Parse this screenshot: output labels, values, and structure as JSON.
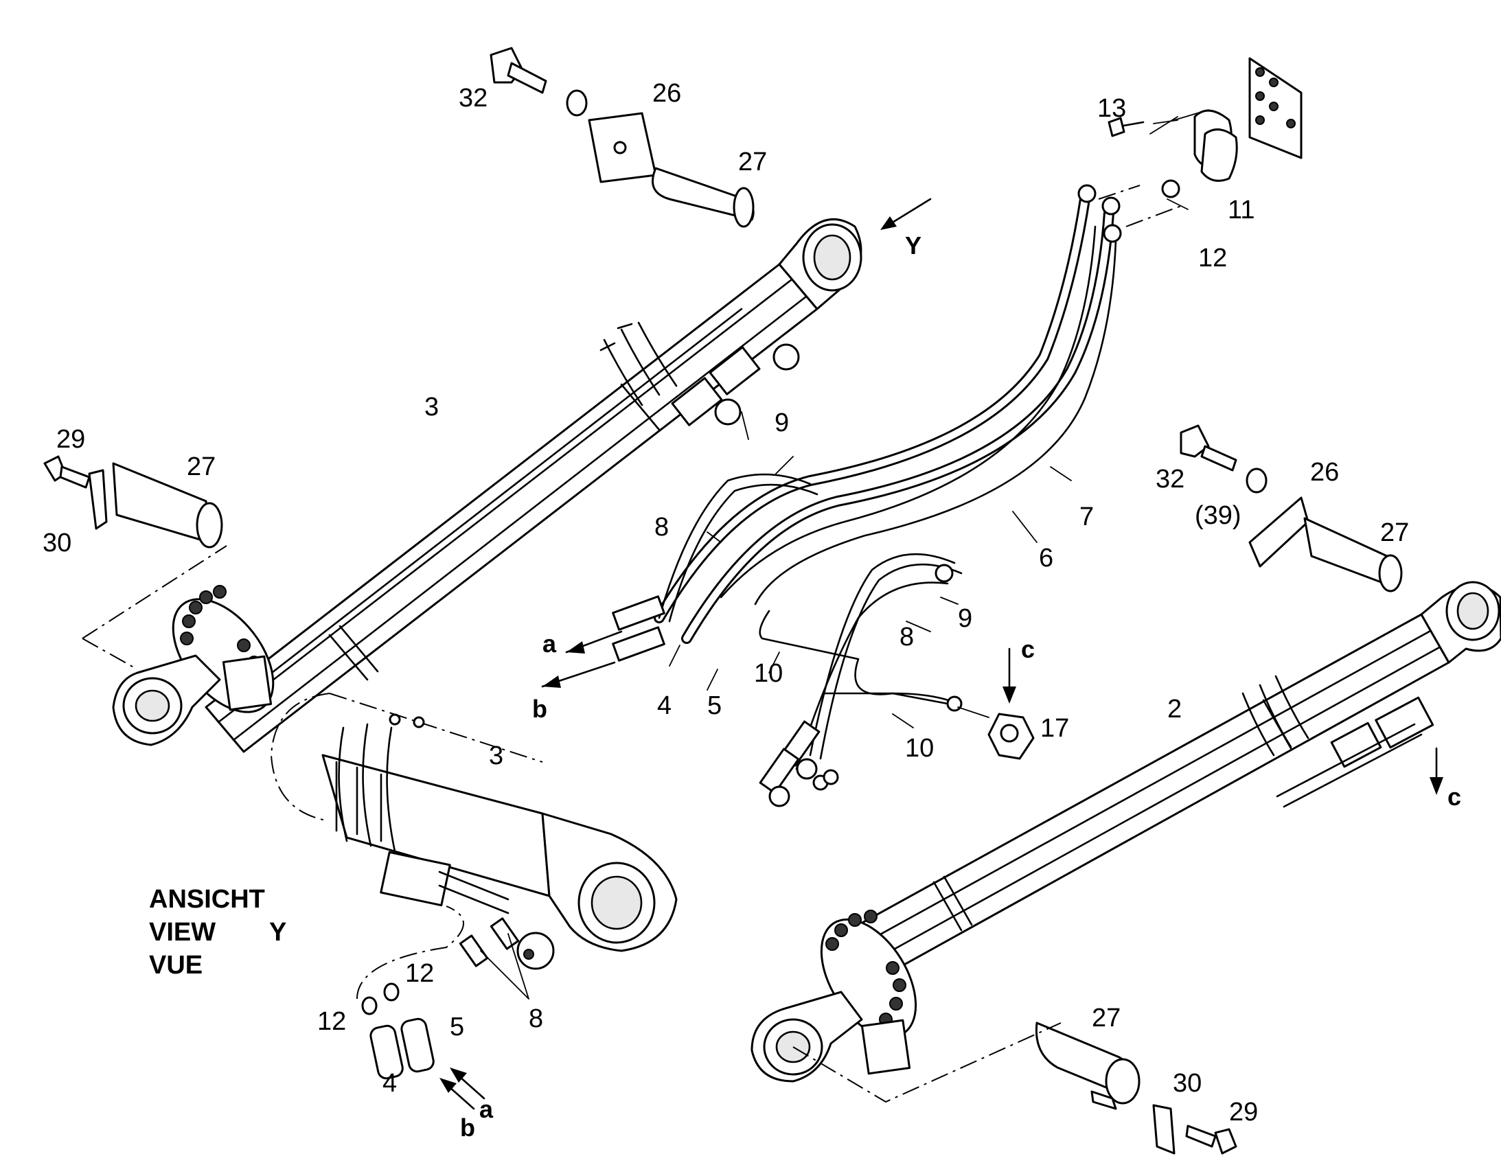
{
  "view_caption": {
    "line1": "ANSICHT",
    "line2": "VIEW",
    "line3": "VUE",
    "view_letter": "Y"
  },
  "view_marker": "Y",
  "part_labels": {
    "cyl_left": "3",
    "cyl_view": "3",
    "cyl_right": "2",
    "pin_top": "27",
    "pin_left": "27",
    "pin_right": "27",
    "pin_bottom": "27",
    "bolt_top": "32",
    "bolt_right": "32",
    "plate_top": "26",
    "plate_right": "26",
    "plate_right_ref": "(39)",
    "screw_left": "29",
    "screw_bottom": "29",
    "clamp_left": "30",
    "clamp_bottom": "30",
    "flange_screw": "13",
    "flange": "11",
    "oring_top": "12",
    "oring_view_a": "12",
    "oring_view_b": "12",
    "hose_7": "7",
    "hose_6": "6",
    "hose_9a": "9",
    "hose_9b": "9",
    "hose_8a": "8",
    "hose_8b": "8",
    "hose_8c": "8",
    "hose_10a": "10",
    "hose_10b": "10",
    "hose_4": "4",
    "hose_5": "5",
    "fitting_4": "4",
    "fitting_5": "5",
    "valve": "17"
  },
  "flow_letters": {
    "a_main": "a",
    "b_main": "b",
    "c_top": "c",
    "c_right": "c",
    "a_view": "a",
    "b_view": "b"
  }
}
